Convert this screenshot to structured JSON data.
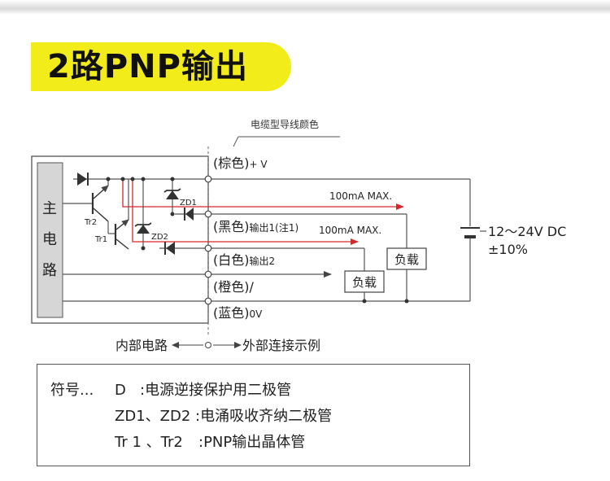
{
  "title": "2路PNP输出",
  "cable_header": "电缆型导线颜色",
  "main_circuit": [
    "主",
    "电",
    "路"
  ],
  "wires": {
    "brown": "(棕色)",
    "brown_suffix": "+ V",
    "black": "(黑色)",
    "black_suffix": "输出1(注1)",
    "white": "(白色)",
    "white_suffix": "输出2",
    "orange": "(橙色)",
    "orange_suffix": "/",
    "blue": "(蓝色)",
    "blue_suffix": "0V"
  },
  "current_labels": [
    "100mA MAX.",
    "100mA MAX."
  ],
  "load_label": "负载",
  "supply": {
    "voltage": "12～24V DC",
    "tolerance": "±10%"
  },
  "components": {
    "tr1": "Tr1",
    "tr2": "Tr2",
    "zd1": "ZD1",
    "zd2": "ZD2"
  },
  "boundary": {
    "internal": "内部电路",
    "external": "外部连接示例"
  },
  "legend": {
    "heading": "符号...",
    "rows": [
      {
        "symbol": "D",
        "desc": ":电源逆接保护用二极管"
      },
      {
        "symbol": "ZD1、ZD2",
        "desc": ":电涌吸收齐纳二极管"
      },
      {
        "symbol": "Tr 1 、Tr2",
        "desc": ":PNP输出晶体管"
      }
    ]
  },
  "colors": {
    "banner": "#f3ec1b",
    "main_box": "#d6d6d6",
    "arrow_red": "#d9262b",
    "line": "#555555"
  }
}
